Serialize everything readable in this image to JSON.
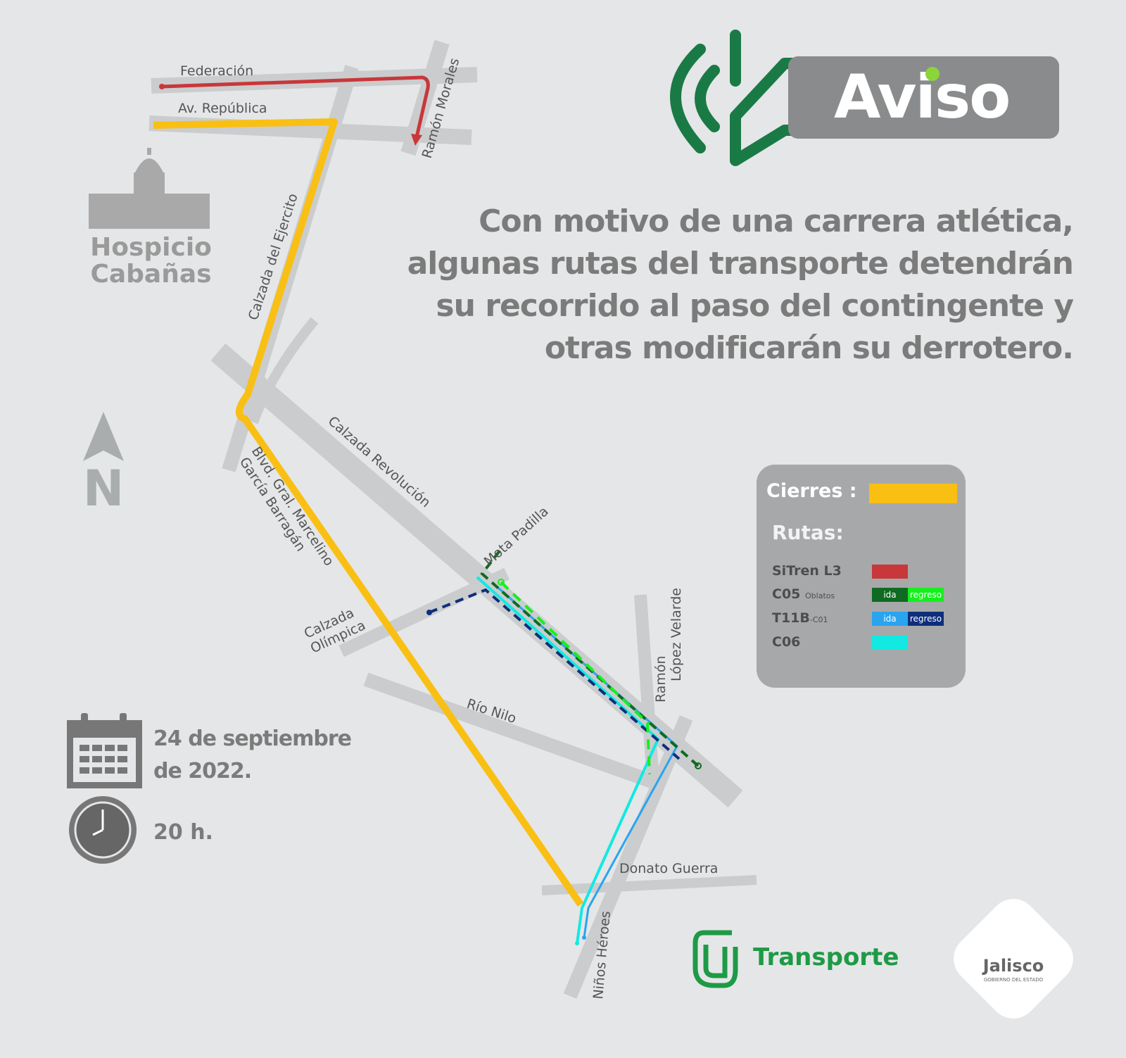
{
  "header": {
    "title": "Aviso",
    "icon": "megaphone-icon",
    "accent_color": "#1a7a45"
  },
  "message": [
    "Con motivo de una carrera atlética,",
    "algunas rutas del transporte detendrán",
    "su recorrido al paso del contingente y",
    "otras modificarán su derrotero."
  ],
  "landmark": {
    "line1": "Hospicio",
    "line2": "Cabañas"
  },
  "compass": {
    "label": "N"
  },
  "streets": {
    "federacion": "Federación",
    "republica": "Av. República",
    "ramon_morales": "Ramón Morales",
    "ejercito": "Calzada del Ejercito",
    "revolucion": "Calzada Revolución",
    "barragan1": "Blvd. Gral. Marcelino",
    "barragan2": "García Barragán",
    "mota_padilla": "Mota Padilla",
    "olimpica1": "Calzada",
    "olimpica2": "Olímpica",
    "rio_nilo": "Río Nilo",
    "velarde1": "Ramón",
    "velarde2": "López Velarde",
    "donato": "Donato Guerra",
    "ninos_heroes": "Niños Héroes"
  },
  "legend": {
    "cierres_label": "Cierres :",
    "cierres_color": "#f9bf13",
    "rutas_label": "Rutas:",
    "routes": [
      {
        "name": "SiTren L3",
        "sub": "",
        "colors": [
          "#c8373a"
        ]
      },
      {
        "name": "C05",
        "sub": "Oblatos",
        "ida": "ida",
        "regreso": "regreso",
        "colors": [
          "#0f6a22",
          "#16ef1e"
        ]
      },
      {
        "name": "T11B",
        "sub": "-C01",
        "ida": "ida",
        "regreso": "regreso",
        "colors": [
          "#2aa4ef",
          "#0f2e7a"
        ]
      },
      {
        "name": "C06",
        "sub": "",
        "colors": [
          "#12e9e3"
        ]
      }
    ]
  },
  "event": {
    "date_line1": "24 de septiembre",
    "date_line2": "de 2022.",
    "time": "20 h."
  },
  "footer": {
    "transporte": "Transporte",
    "jalisco": "Jalisco",
    "jalisco_sub": "GOBIERNO DEL ESTADO"
  }
}
